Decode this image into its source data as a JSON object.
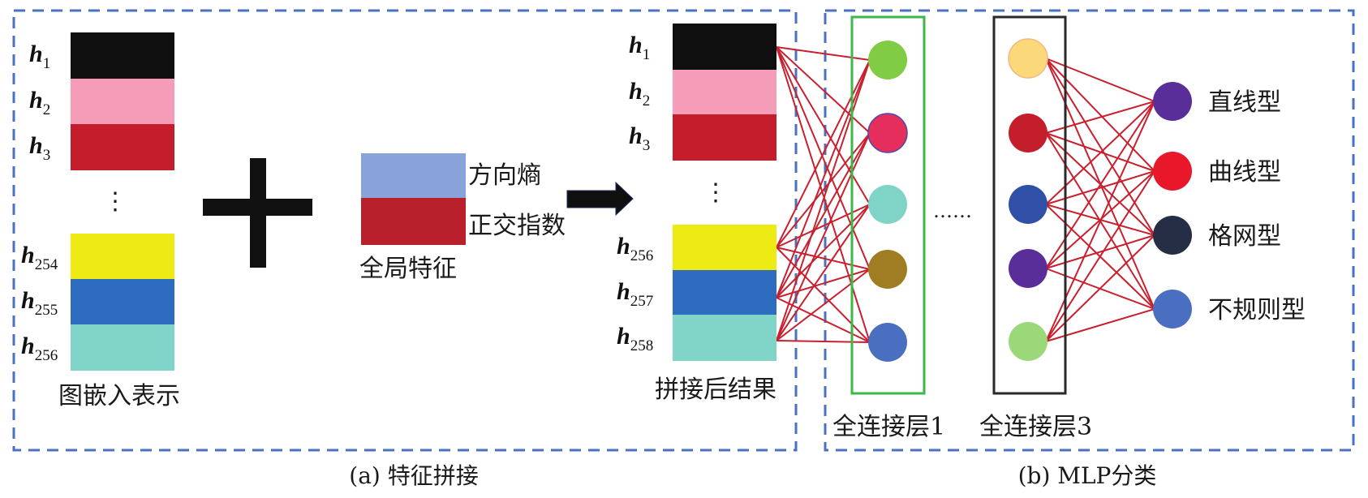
{
  "panel_a": {
    "caption": "(a) 特征拼接",
    "embedding": {
      "title": "图嵌入表示",
      "rows": [
        {
          "label": "h",
          "sub": "1",
          "color": "#0f0f0f"
        },
        {
          "label": "h",
          "sub": "2",
          "color": "#f49cb8"
        },
        {
          "label": "h",
          "sub": "3",
          "color": "#c41e2c"
        },
        {
          "label": "h",
          "sub": "254",
          "color": "#eeeb14"
        },
        {
          "label": "h",
          "sub": "255",
          "color": "#2d6cbf"
        },
        {
          "label": "h",
          "sub": "256",
          "color": "#80d4c8"
        }
      ],
      "ellipsis": "⋮"
    },
    "plus_symbol": "plus-icon",
    "global_features": {
      "title": "全局特征",
      "rows": [
        {
          "label": "方向熵",
          "color": "#87a3d9"
        },
        {
          "label": "正交指数",
          "color": "#b8202c"
        }
      ]
    },
    "arrow_symbol": "arrow-right-icon",
    "concatenated": {
      "title": "拼接后结果",
      "rows": [
        {
          "label": "h",
          "sub": "1",
          "color": "#0f0f0f"
        },
        {
          "label": "h",
          "sub": "2",
          "color": "#f49cb8"
        },
        {
          "label": "h",
          "sub": "3",
          "color": "#c41e2c"
        },
        {
          "label": "h",
          "sub": "256",
          "color": "#eeeb14"
        },
        {
          "label": "h",
          "sub": "257",
          "color": "#2d6cbf"
        },
        {
          "label": "h",
          "sub": "258",
          "color": "#80d4c8"
        }
      ],
      "ellipsis": "⋮"
    }
  },
  "panel_b": {
    "caption": "(b) MLP分类",
    "layer1": {
      "title": "全连接层1",
      "border_color": "#3cb84a",
      "nodes": [
        "#80cc44",
        "#e62e5c",
        "#7fd3c7",
        "#a07c22",
        "#4a6fc0"
      ]
    },
    "between_ellipsis": "……",
    "layer3": {
      "title": "全连接层3",
      "border_color": "#2a2a2a",
      "nodes": [
        "#fbd97a",
        "#c41e2c",
        "#3050a8",
        "#5a2e98",
        "#9ad87a"
      ]
    },
    "outputs": [
      {
        "label": "直线型",
        "color": "#5a2e98"
      },
      {
        "label": "曲线型",
        "color": "#e8182a"
      },
      {
        "label": "格网型",
        "color": "#252e44"
      },
      {
        "label": "不规则型",
        "color": "#4a6fc0"
      }
    ],
    "edge_color": "#c8202e"
  },
  "panel_border_color": "#4a72c4"
}
